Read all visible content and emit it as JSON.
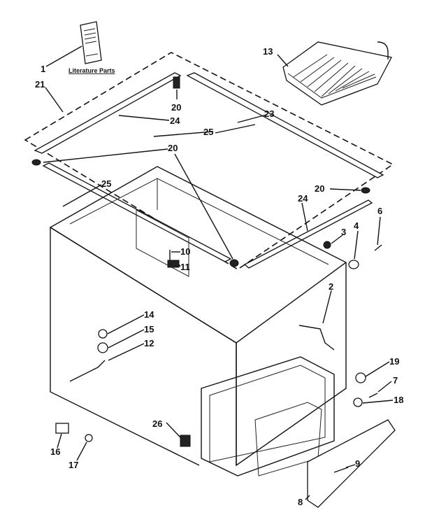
{
  "title": "Cabinet and Lid Parts Diagram",
  "literature_label": "Literature Parts",
  "callouts": {
    "c1": "1",
    "c21": "21",
    "c13": "13",
    "c20a": "20",
    "c24a": "24",
    "c23": "23",
    "c25a": "25",
    "c20b": "20",
    "c25b": "25",
    "c20c": "20",
    "c24b": "24",
    "c6": "6",
    "c3": "3",
    "c4": "4",
    "c10": "10",
    "c11": "11",
    "c2": "2",
    "c14": "14",
    "c15": "15",
    "c12": "12",
    "c19": "19",
    "c7": "7",
    "c18": "18",
    "c26": "26",
    "c16": "16",
    "c17": "17",
    "c9": "9",
    "c8": "8"
  }
}
